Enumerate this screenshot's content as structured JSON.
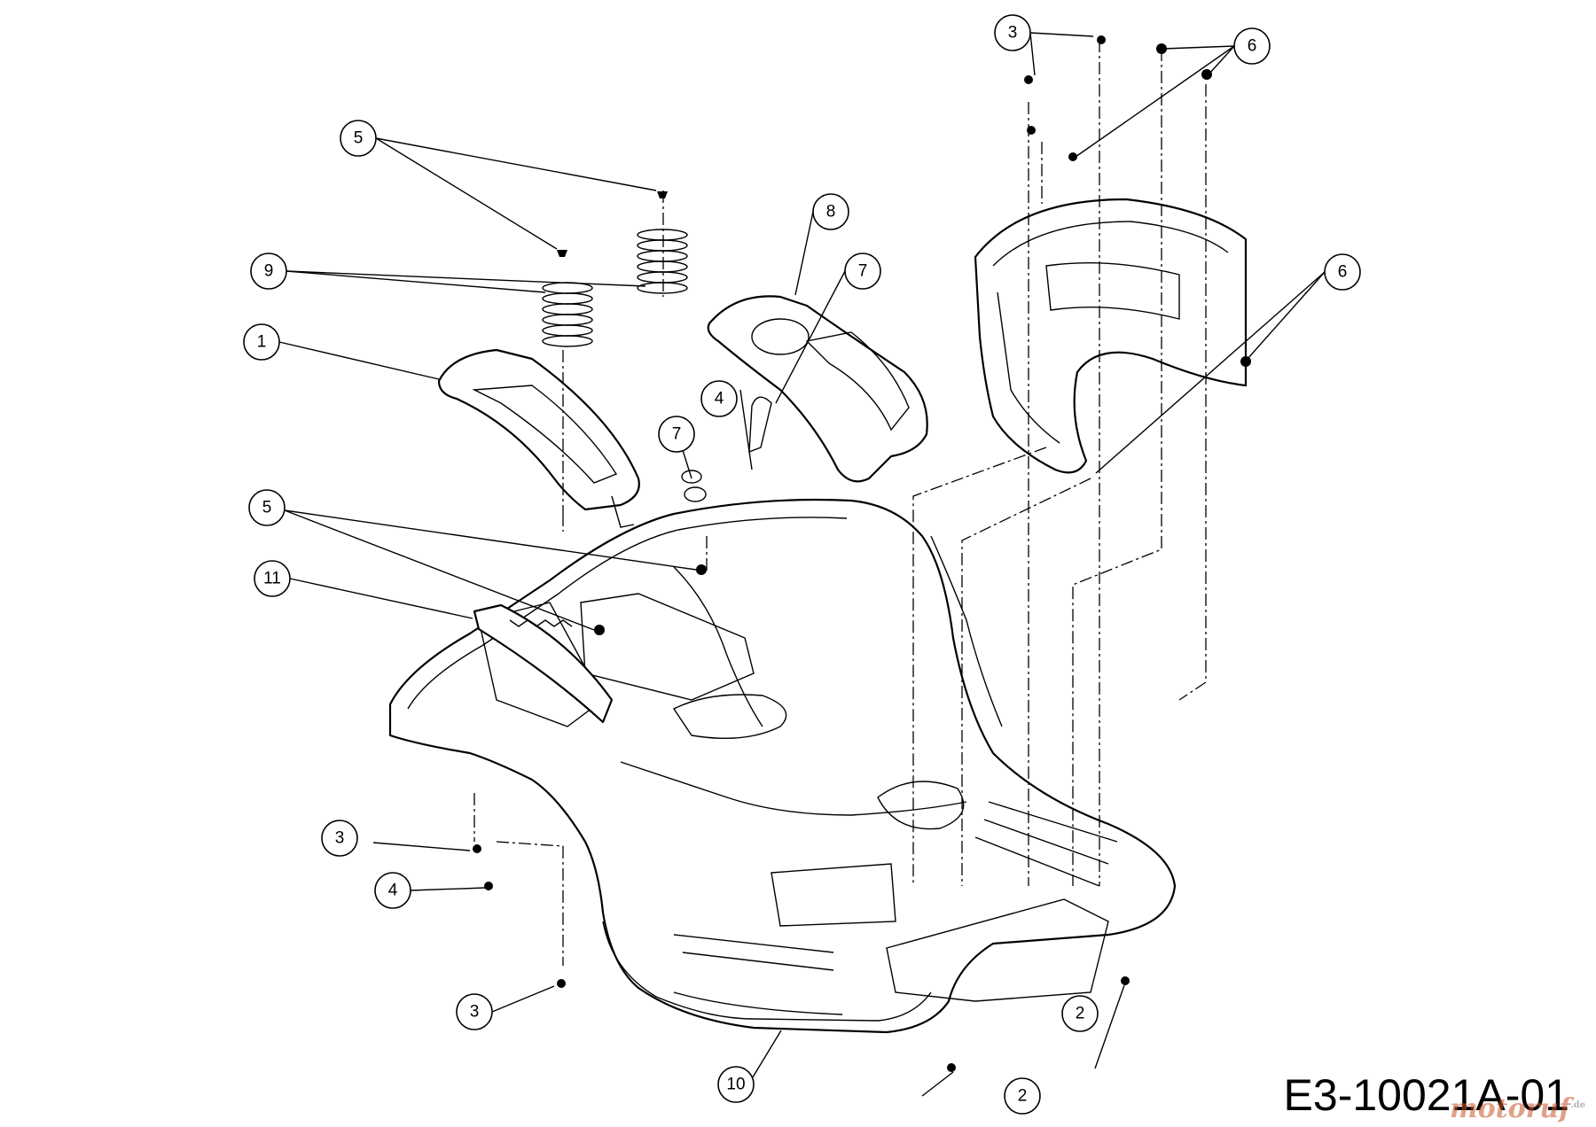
{
  "diagram_code": "E3-10021A-01",
  "watermark": {
    "brand": "motoruf",
    "suffix": ".de"
  },
  "callouts": [
    {
      "num": "1"
    },
    {
      "num": "2"
    },
    {
      "num": "2"
    },
    {
      "num": "3"
    },
    {
      "num": "3"
    },
    {
      "num": "3"
    },
    {
      "num": "4"
    },
    {
      "num": "4"
    },
    {
      "num": "5"
    },
    {
      "num": "5"
    },
    {
      "num": "6"
    },
    {
      "num": "6"
    },
    {
      "num": "7"
    },
    {
      "num": "7"
    },
    {
      "num": "8"
    },
    {
      "num": "9"
    },
    {
      "num": "10"
    },
    {
      "num": "11"
    }
  ]
}
